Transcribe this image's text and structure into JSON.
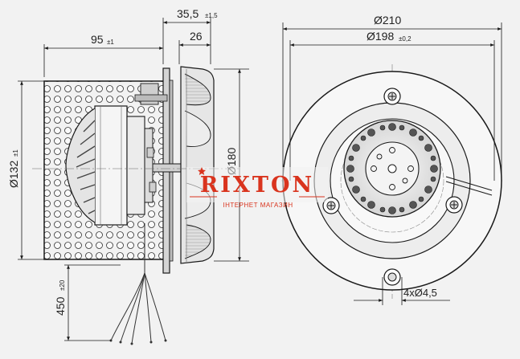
{
  "side_view": {
    "dims": {
      "length_95": "95",
      "length_95_tol": "±1",
      "offset_35_5": "35,5",
      "offset_35_5_tol": "±1,5",
      "width_26": "26",
      "height_132": "Ø132",
      "height_132_tol": "±1",
      "dia_180": "Ø180",
      "cable_450": "450",
      "cable_450_tol": "±20"
    }
  },
  "front_view": {
    "dims": {
      "dia_210": "Ø210",
      "dia_198": "Ø198",
      "dia_198_tol": "±0,2",
      "holes": "4xØ4,5"
    }
  },
  "watermark": {
    "brand": "RIXTON",
    "subtitle": "ІНТЕРНЕТ МАГАЗИН",
    "color": "#d9341e"
  },
  "colors": {
    "line": "#1a1a1a",
    "background": "#f2f2f2",
    "plate": "#d4d4d4",
    "impeller": "#e6e6e6"
  }
}
